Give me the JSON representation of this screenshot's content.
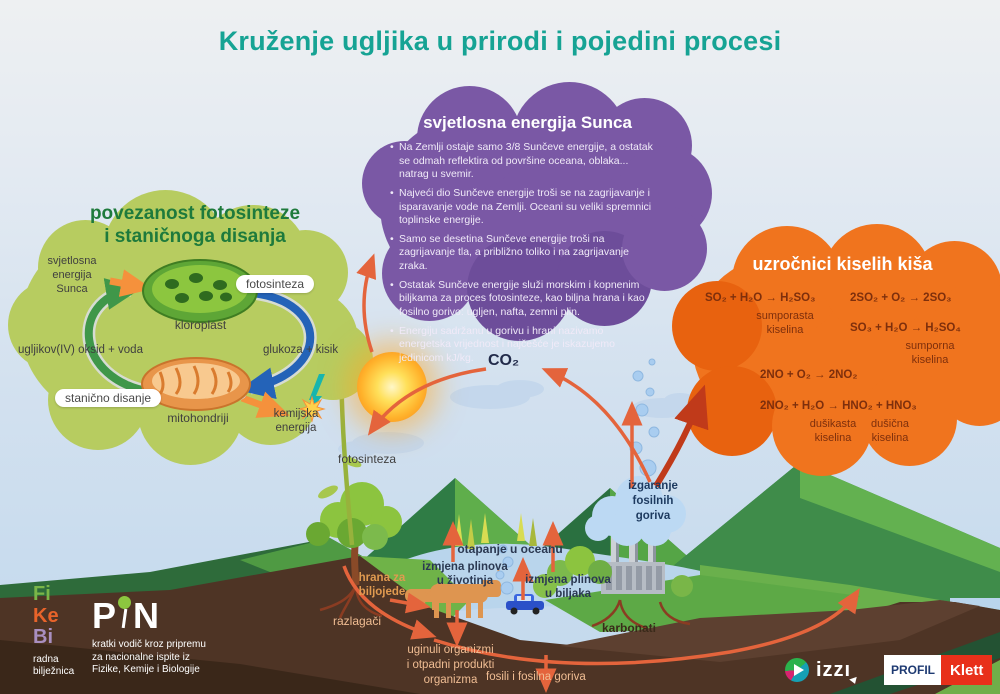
{
  "title": "Kruženje ugljika u prirodi i pojedini procesi",
  "green_cloud": {
    "heading": "povezanost fotosinteze\ni staničnoga disanja",
    "light_energy": "svjetlosna\nenergija\nSunca",
    "photosynthesis_pill": "fotosinteza",
    "chloroplast": "kloroplast",
    "inputs": "ugljikov(IV) oksid + voda",
    "outputs": "glukoza + kisik",
    "respiration_pill": "stanično disanje",
    "mitochondria": "mitohondriji",
    "chemical_energy": "kemijska\nenergija"
  },
  "sun_cloud": {
    "heading": "svjetlosna energija Sunca",
    "bullets": [
      "Na Zemlji ostaje samo 3/8 Sunčeve energije, a ostatak se odmah reflektira od površine oceana, oblaka... natrag u svemir.",
      "Najveći dio Sunčeve energije troši se na zagrijavanje i isparavanje vode na Zemlji. Oceani su veliki spremnici toplinske energije.",
      "Samo se desetina Sunčeve energije troši na zagrijavanje tla, a približno toliko i na zagrijavanje zraka.",
      "Ostatak Sunčeve energije služi morskim i kopnenim biljkama za proces fotosinteze, kao biljna hrana i kao fosilno gorivo: ugljen, nafta, zemni plin.",
      "Energiju sadržanu u gorivu i hrani nazivamo energetska vrijednost i najčešće je iskazujemo jedinicom kJ/kg."
    ]
  },
  "acid_cloud": {
    "heading": "uzročnici kiselih kiša",
    "eq1": "SO₂ + H₂O → H₂SO₃",
    "eq1_label": "sumporasta\nkiselina",
    "eq2": "2SO₂ + O₂ → 2SO₃",
    "eq3": "SO₃ + H₂O → H₂SO₄",
    "eq3_label": "sumporna\nkiselina",
    "eq4": "2NO + O₂ → 2NO₂",
    "eq5": "2NO₂ + H₂O → HNO₂ + HNO₃",
    "eq5_label_a": "dušikasta\nkiselina",
    "eq5_label_b": "dušična\nkiselina"
  },
  "cycle": {
    "co2": "CO₂",
    "photosynthesis": "fotosinteza",
    "burning": "izgaranje\nfosilnih\ngoriva",
    "ocean": "otapanje u oceanu",
    "animals": "izmjena plinova\nu životinja",
    "plants": "izmjena plinova\nu biljaka",
    "herbivores": "hrana za\nbiljojede",
    "decomposers": "razlagači",
    "dead": "uginuli organizmi\ni otpadni produkti\norganizma",
    "fossils": "fosili i fosilna goriva",
    "carbonates": "karbonati"
  },
  "logos": {
    "fikebi": {
      "fi": "Fi",
      "ke": "Ke",
      "bi": "Bi",
      "caption": "radna\nbilježnica"
    },
    "pin": {
      "p": "P",
      "n": "N",
      "caption": "kratki vodič kroz pripremu\nza nacionalne ispite iz\nFizike, Kemije i Biologije"
    },
    "izzi": {
      "text": "izzı"
    },
    "profil": "PROFIL",
    "klett": "Klett"
  },
  "colors": {
    "title_teal": "#16a394",
    "green_cloud": "#b7cc60",
    "purple_cloud": "#7a58a5",
    "orange_cloud": "#f0741e",
    "cycle_arrow": "#e4643c"
  }
}
